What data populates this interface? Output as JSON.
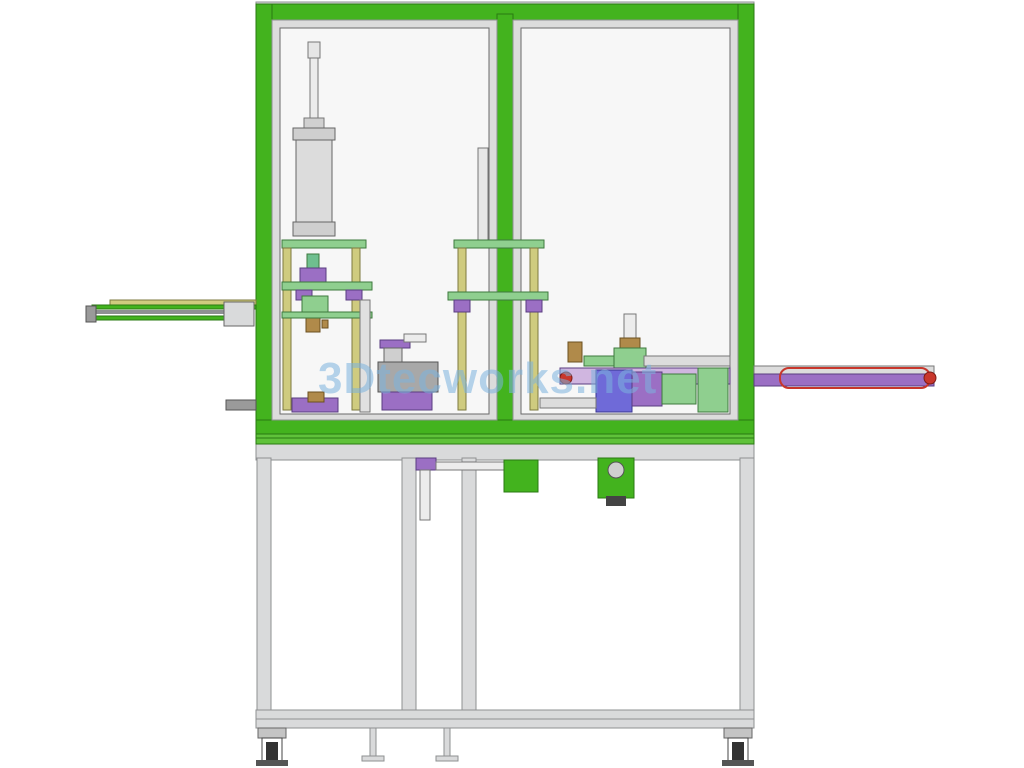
{
  "watermark": {
    "text": "3Dtecworks.net"
  },
  "colors": {
    "frame_green": "#43b31e",
    "frame_green_dark": "#2a7a12",
    "aluminum": "#d9dadb",
    "aluminum_edge": "#8e9092",
    "glass": "#f7f7f7",
    "column_yellow": "#cfcb7f",
    "plate_green": "#8fcf8f",
    "purple": "#9b6fc4",
    "blue": "#6f6ad8",
    "brown": "#b08a4a",
    "red": "#c8372c",
    "gray": "#9a9a9a"
  },
  "parts": {
    "machine_frame": "machine-frame",
    "left_conveyor": "left-conveyor",
    "right_conveyor": "right-conveyor",
    "press_station_left": "press-station",
    "press_station_middle": "press-station",
    "transfer_module": "transfer-module",
    "motor_unit": "motor-unit",
    "casters": "caster-wheel"
  }
}
